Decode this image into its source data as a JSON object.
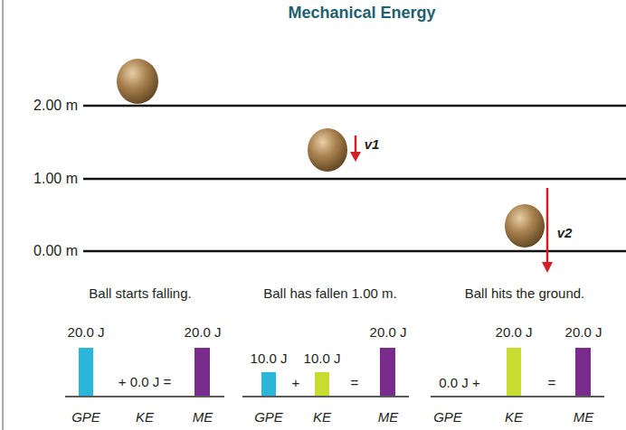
{
  "diagram": {
    "title": "Mechanical Energy",
    "labels": [
      "2.00 m",
      "1.00 m",
      "0.00 m",
      "v1",
      "v2",
      "Ball starts falling.",
      "Ball has fallen 1.00 m.",
      "Ball hits the ground.",
      "20.0 J",
      "+ 0.0 J =",
      "20.0 J",
      "GPE",
      "KE",
      "ME",
      "10.0 J",
      "+",
      "10.0 J",
      "=",
      "20.0 J",
      "GPE",
      "KE",
      "ME",
      "0.0 J +",
      "20.0 J",
      "=",
      "20.0 J",
      "GPE",
      "KE",
      "ME"
    ]
  }
}
